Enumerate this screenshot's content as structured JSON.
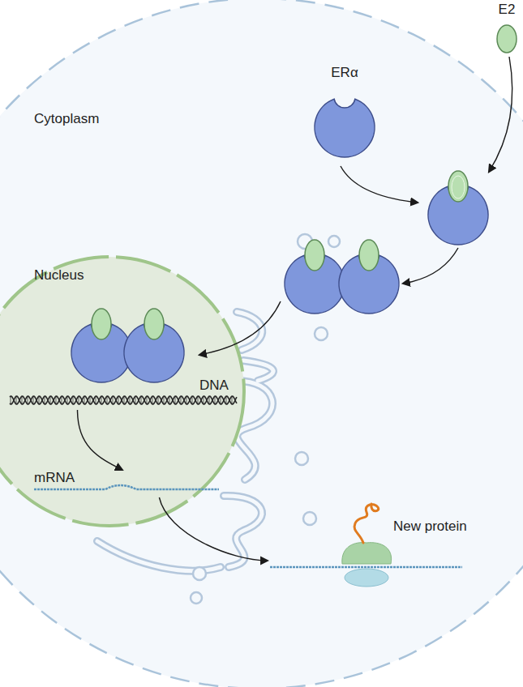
{
  "diagram": {
    "nodes": [
      {
        "text": [
          "Cytoplasm"
        ]
      },
      {
        "text": [
          "Nucleus"
        ],
        "in": 0
      },
      {
        "text": [
          "ERα"
        ],
        "in": 0
      },
      {
        "text": [
          "E2"
        ]
      },
      {
        "text": [
          "DNA"
        ],
        "in": 1
      },
      {
        "text": [
          "mRNA"
        ],
        "in": 1
      },
      {
        "text": [
          "New protein"
        ],
        "in": 0
      }
    ],
    "edges": [
      {
        "from": 4,
        "to": 5,
        "arrow": "to"
      },
      {
        "from": 5,
        "to": 6,
        "arrow": "to"
      }
    ]
  }
}
